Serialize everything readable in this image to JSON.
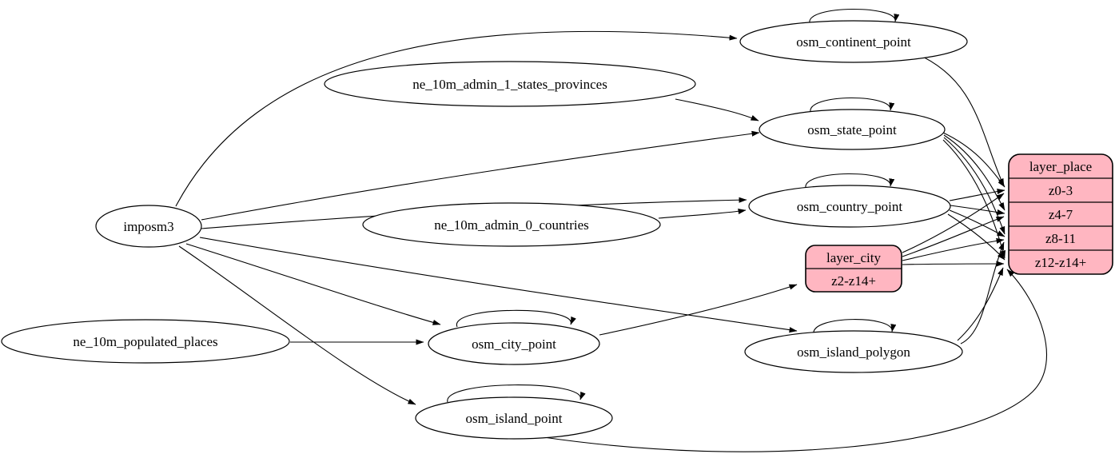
{
  "diagram": {
    "nodes": {
      "imposm3": "imposm3",
      "ne_10m_admin_1_states_provinces": "ne_10m_admin_1_states_provinces",
      "ne_10m_admin_0_countries": "ne_10m_admin_0_countries",
      "ne_10m_populated_places": "ne_10m_populated_places",
      "osm_continent_point": "osm_continent_point",
      "osm_state_point": "osm_state_point",
      "osm_country_point": "osm_country_point",
      "osm_city_point": "osm_city_point",
      "osm_island_polygon": "osm_island_polygon",
      "osm_island_point": "osm_island_point"
    },
    "records": {
      "layer_place": {
        "title": "layer_place",
        "rows": [
          "z0-3",
          "z4-7",
          "z8-11",
          "z12-z14+"
        ]
      },
      "layer_city": {
        "title": "layer_city",
        "rows": [
          "z2-z14+"
        ]
      }
    },
    "edges": [
      {
        "from": "imposm3",
        "to": "osm_continent_point"
      },
      {
        "from": "imposm3",
        "to": "osm_state_point"
      },
      {
        "from": "imposm3",
        "to": "osm_country_point"
      },
      {
        "from": "imposm3",
        "to": "osm_city_point"
      },
      {
        "from": "imposm3",
        "to": "osm_island_polygon"
      },
      {
        "from": "imposm3",
        "to": "osm_island_point"
      },
      {
        "from": "ne_10m_admin_1_states_provinces",
        "to": "osm_state_point"
      },
      {
        "from": "ne_10m_admin_0_countries",
        "to": "osm_country_point"
      },
      {
        "from": "ne_10m_populated_places",
        "to": "osm_city_point"
      },
      {
        "from": "osm_continent_point",
        "to": "osm_continent_point"
      },
      {
        "from": "osm_state_point",
        "to": "osm_state_point"
      },
      {
        "from": "osm_country_point",
        "to": "osm_country_point"
      },
      {
        "from": "osm_city_point",
        "to": "osm_city_point"
      },
      {
        "from": "osm_island_polygon",
        "to": "osm_island_polygon"
      },
      {
        "from": "osm_island_point",
        "to": "osm_island_point"
      },
      {
        "from": "osm_continent_point",
        "to": "layer_place:z0-3"
      },
      {
        "from": "osm_state_point",
        "to": "layer_place:z0-3"
      },
      {
        "from": "osm_state_point",
        "to": "layer_place:z4-7"
      },
      {
        "from": "osm_state_point",
        "to": "layer_place:z8-11"
      },
      {
        "from": "osm_state_point",
        "to": "layer_place:z12-z14+"
      },
      {
        "from": "osm_country_point",
        "to": "layer_place:z0-3"
      },
      {
        "from": "osm_country_point",
        "to": "layer_place:z4-7"
      },
      {
        "from": "osm_country_point",
        "to": "layer_place:z8-11"
      },
      {
        "from": "osm_country_point",
        "to": "layer_place:z12-z14+"
      },
      {
        "from": "osm_city_point",
        "to": "layer_city:z2-z14+"
      },
      {
        "from": "layer_city",
        "to": "layer_place:z0-3"
      },
      {
        "from": "layer_city",
        "to": "layer_place:z4-7"
      },
      {
        "from": "layer_city",
        "to": "layer_place:z8-11"
      },
      {
        "from": "layer_city",
        "to": "layer_place:z12-z14+"
      },
      {
        "from": "osm_island_polygon",
        "to": "layer_place:z8-11"
      },
      {
        "from": "osm_island_polygon",
        "to": "layer_place:z12-z14+"
      },
      {
        "from": "osm_island_point",
        "to": "layer_place:z12-z14+"
      }
    ],
    "colors": {
      "background": "#ffffff",
      "node_fill": "#ffffff",
      "record_fill": "#ffb6c1",
      "stroke": "#000000"
    }
  }
}
